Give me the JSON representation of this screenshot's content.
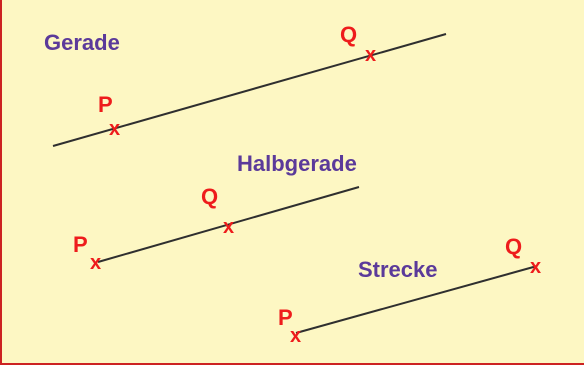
{
  "colors": {
    "background": "#fdf7c3",
    "border": "#cc2222",
    "title": "#5b3a9a",
    "point": "#ee1c1c",
    "line": "#2f2f2f"
  },
  "cross_symbol": "x",
  "figures": [
    {
      "id": "gerade",
      "title": "Gerade",
      "p_label": "P",
      "q_label": "Q"
    },
    {
      "id": "halbgerade",
      "title": "Halbgerade",
      "p_label": "P",
      "q_label": "Q"
    },
    {
      "id": "strecke",
      "title": "Strecke",
      "p_label": "P",
      "q_label": "Q"
    }
  ]
}
